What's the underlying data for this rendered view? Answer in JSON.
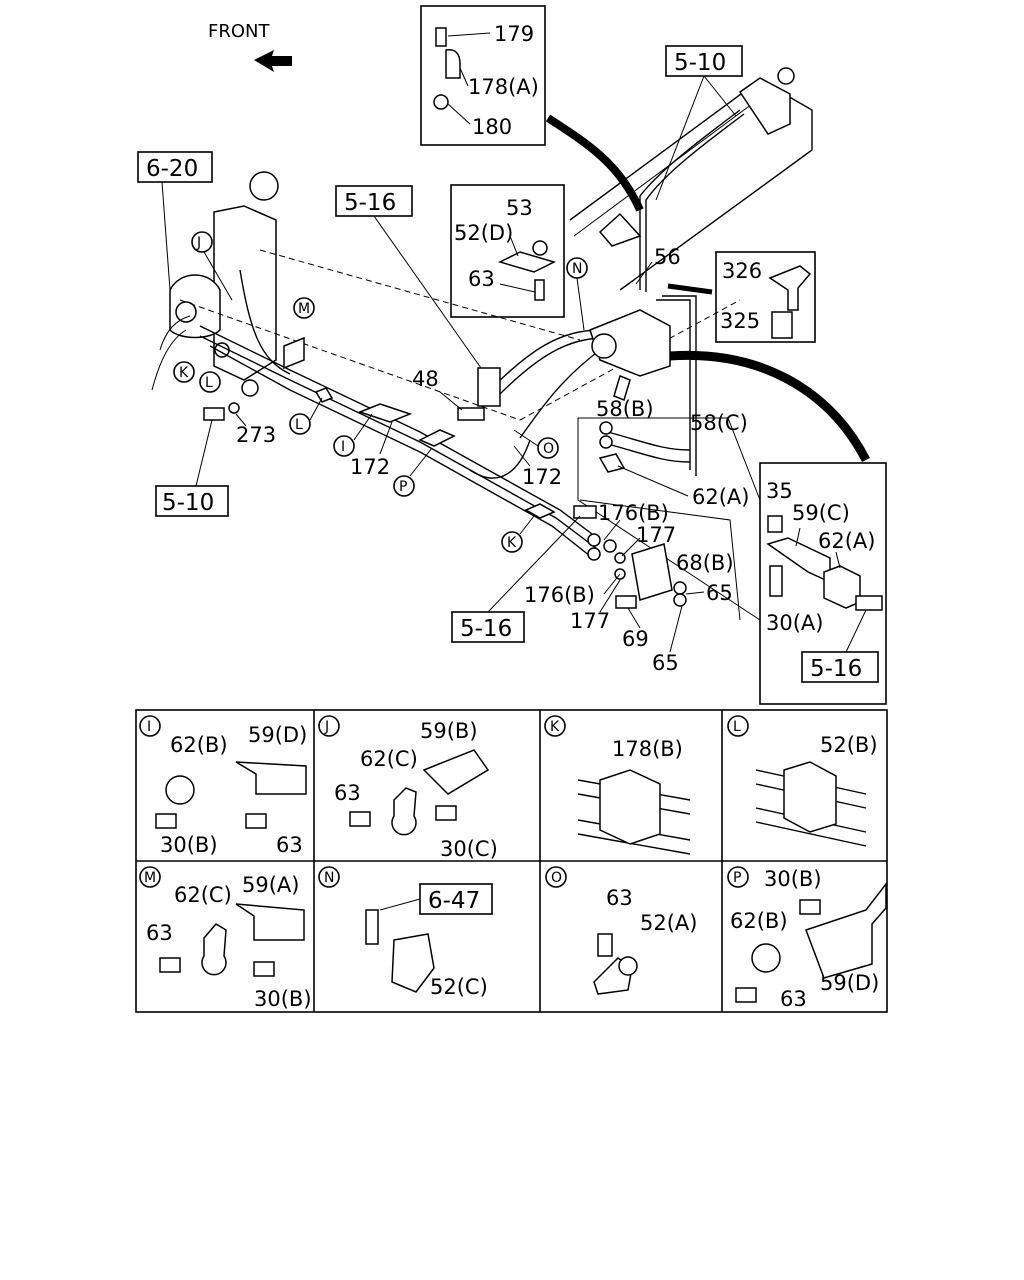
{
  "front_label": "FRONT",
  "refs": {
    "r_5_10_top": "5-10",
    "r_6_20": "6-20",
    "r_5_16_top": "5-16",
    "r_5_10_bot": "5-10",
    "r_5_16_mid": "5-16",
    "r_5_16_right": "5-16",
    "r_6_47": "6-47"
  },
  "labels": {
    "l179": "179",
    "l178a": "178(A)",
    "l180": "180",
    "l53": "53",
    "l52d": "52(D)",
    "l63a": "63",
    "l326": "326",
    "l325": "325",
    "l56": "56",
    "l48": "48",
    "l273": "273",
    "l172a": "172",
    "l172b": "172",
    "l58b": "58(B)",
    "l58c": "58(C)",
    "l62a": "62(A)",
    "l176b1": "176(B)",
    "l177a": "177",
    "l68b": "68(B)",
    "l176b2": "176(B)",
    "l65a": "65",
    "l177b": "177",
    "l69": "69",
    "l65b": "65",
    "l35": "35",
    "l59c": "59(C)",
    "l62a2": "62(A)",
    "l30a": "30(A)"
  },
  "circle_letters": {
    "cJ": "J",
    "cK": "K",
    "cL": "L",
    "cM": "M",
    "cL2": "L",
    "cI": "I",
    "cP": "P",
    "cO": "O",
    "cN": "N",
    "cK2": "K"
  },
  "details": {
    "I": {
      "letter": "I",
      "labels": [
        "62(B)",
        "59(D)",
        "30(B)",
        "63"
      ]
    },
    "J": {
      "letter": "J",
      "labels": [
        "59(B)",
        "62(C)",
        "63",
        "30(C)"
      ]
    },
    "K": {
      "letter": "K",
      "labels": [
        "178(B)"
      ]
    },
    "L": {
      "letter": "L",
      "labels": [
        "52(B)"
      ]
    },
    "M": {
      "letter": "M",
      "labels": [
        "62(C)",
        "59(A)",
        "63",
        "30(B)"
      ]
    },
    "N": {
      "letter": "N",
      "labels": [
        "52(C)"
      ]
    },
    "O": {
      "letter": "O",
      "labels": [
        "63",
        "52(A)"
      ]
    },
    "P": {
      "letter": "P",
      "labels": [
        "30(B)",
        "62(B)",
        "59(D)",
        "63"
      ]
    }
  }
}
